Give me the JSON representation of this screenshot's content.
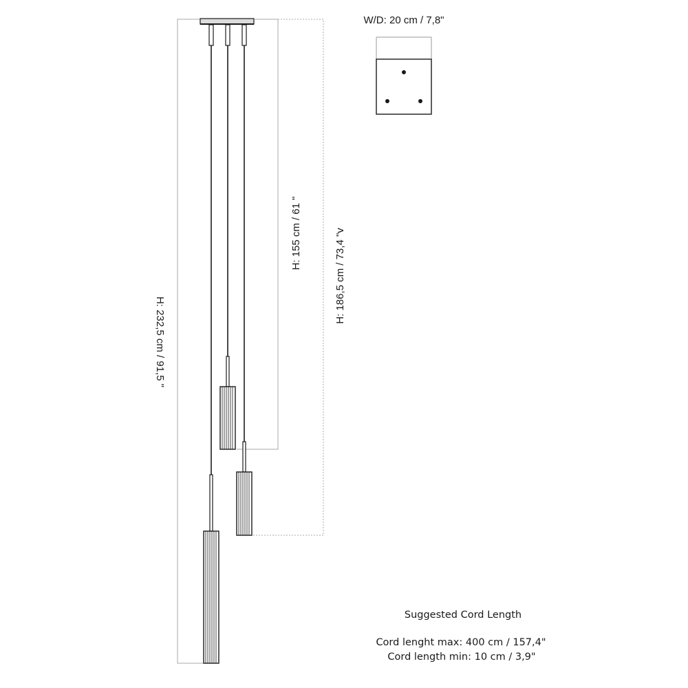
{
  "dimensions": {
    "width_depth": "W/D: 20 cm / 7,8\"",
    "height_short": "H: 155 cm / 61 \"",
    "height_mid": "H: 186,5 cm / 73,4 \"v",
    "height_long": "H: 232,5 cm / 91,5 \""
  },
  "cord": {
    "heading": "Suggested Cord Length",
    "max": "Cord lenght max: 400 cm / 157,4\"",
    "min": "Cord length min: 10 cm / 3,9\""
  },
  "colors": {
    "line": "#1a1a1a",
    "dimension_line": "#9a9a9a",
    "canopy_top": "#d9d9d9"
  }
}
